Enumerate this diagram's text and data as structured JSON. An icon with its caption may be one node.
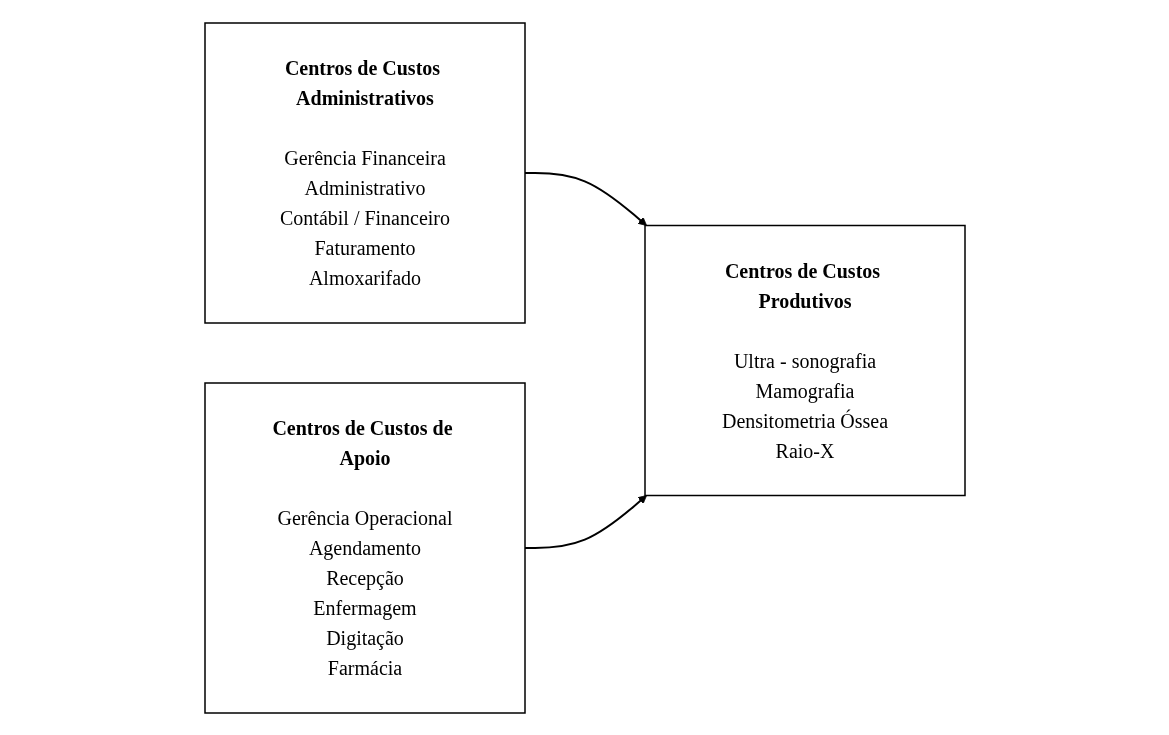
{
  "diagram": {
    "nodes": [
      {
        "text": [
          "Centros de Custos Administrativos",
          "Gerência Financeira",
          "Administrativo",
          "Contábil / Financeiro",
          "Faturamento",
          "Almoxarifado"
        ]
      },
      {
        "text": [
          "Centros de Custos Produtivos",
          "Ultra - sonografia",
          "Mamografia",
          "Densitometria Óssea",
          "Raio-X"
        ]
      },
      {
        "text": [
          "Centros de Custos de Apoio",
          "Gerência Operacional",
          "Agendamento",
          "Recepção",
          "Enfermagem",
          "Digitação",
          "Farmácia"
        ]
      }
    ],
    "edges": [
      {
        "from": 0,
        "to": 1,
        "arrow": "to"
      },
      {
        "from": 2,
        "to": 1,
        "arrow": "to"
      }
    ]
  }
}
